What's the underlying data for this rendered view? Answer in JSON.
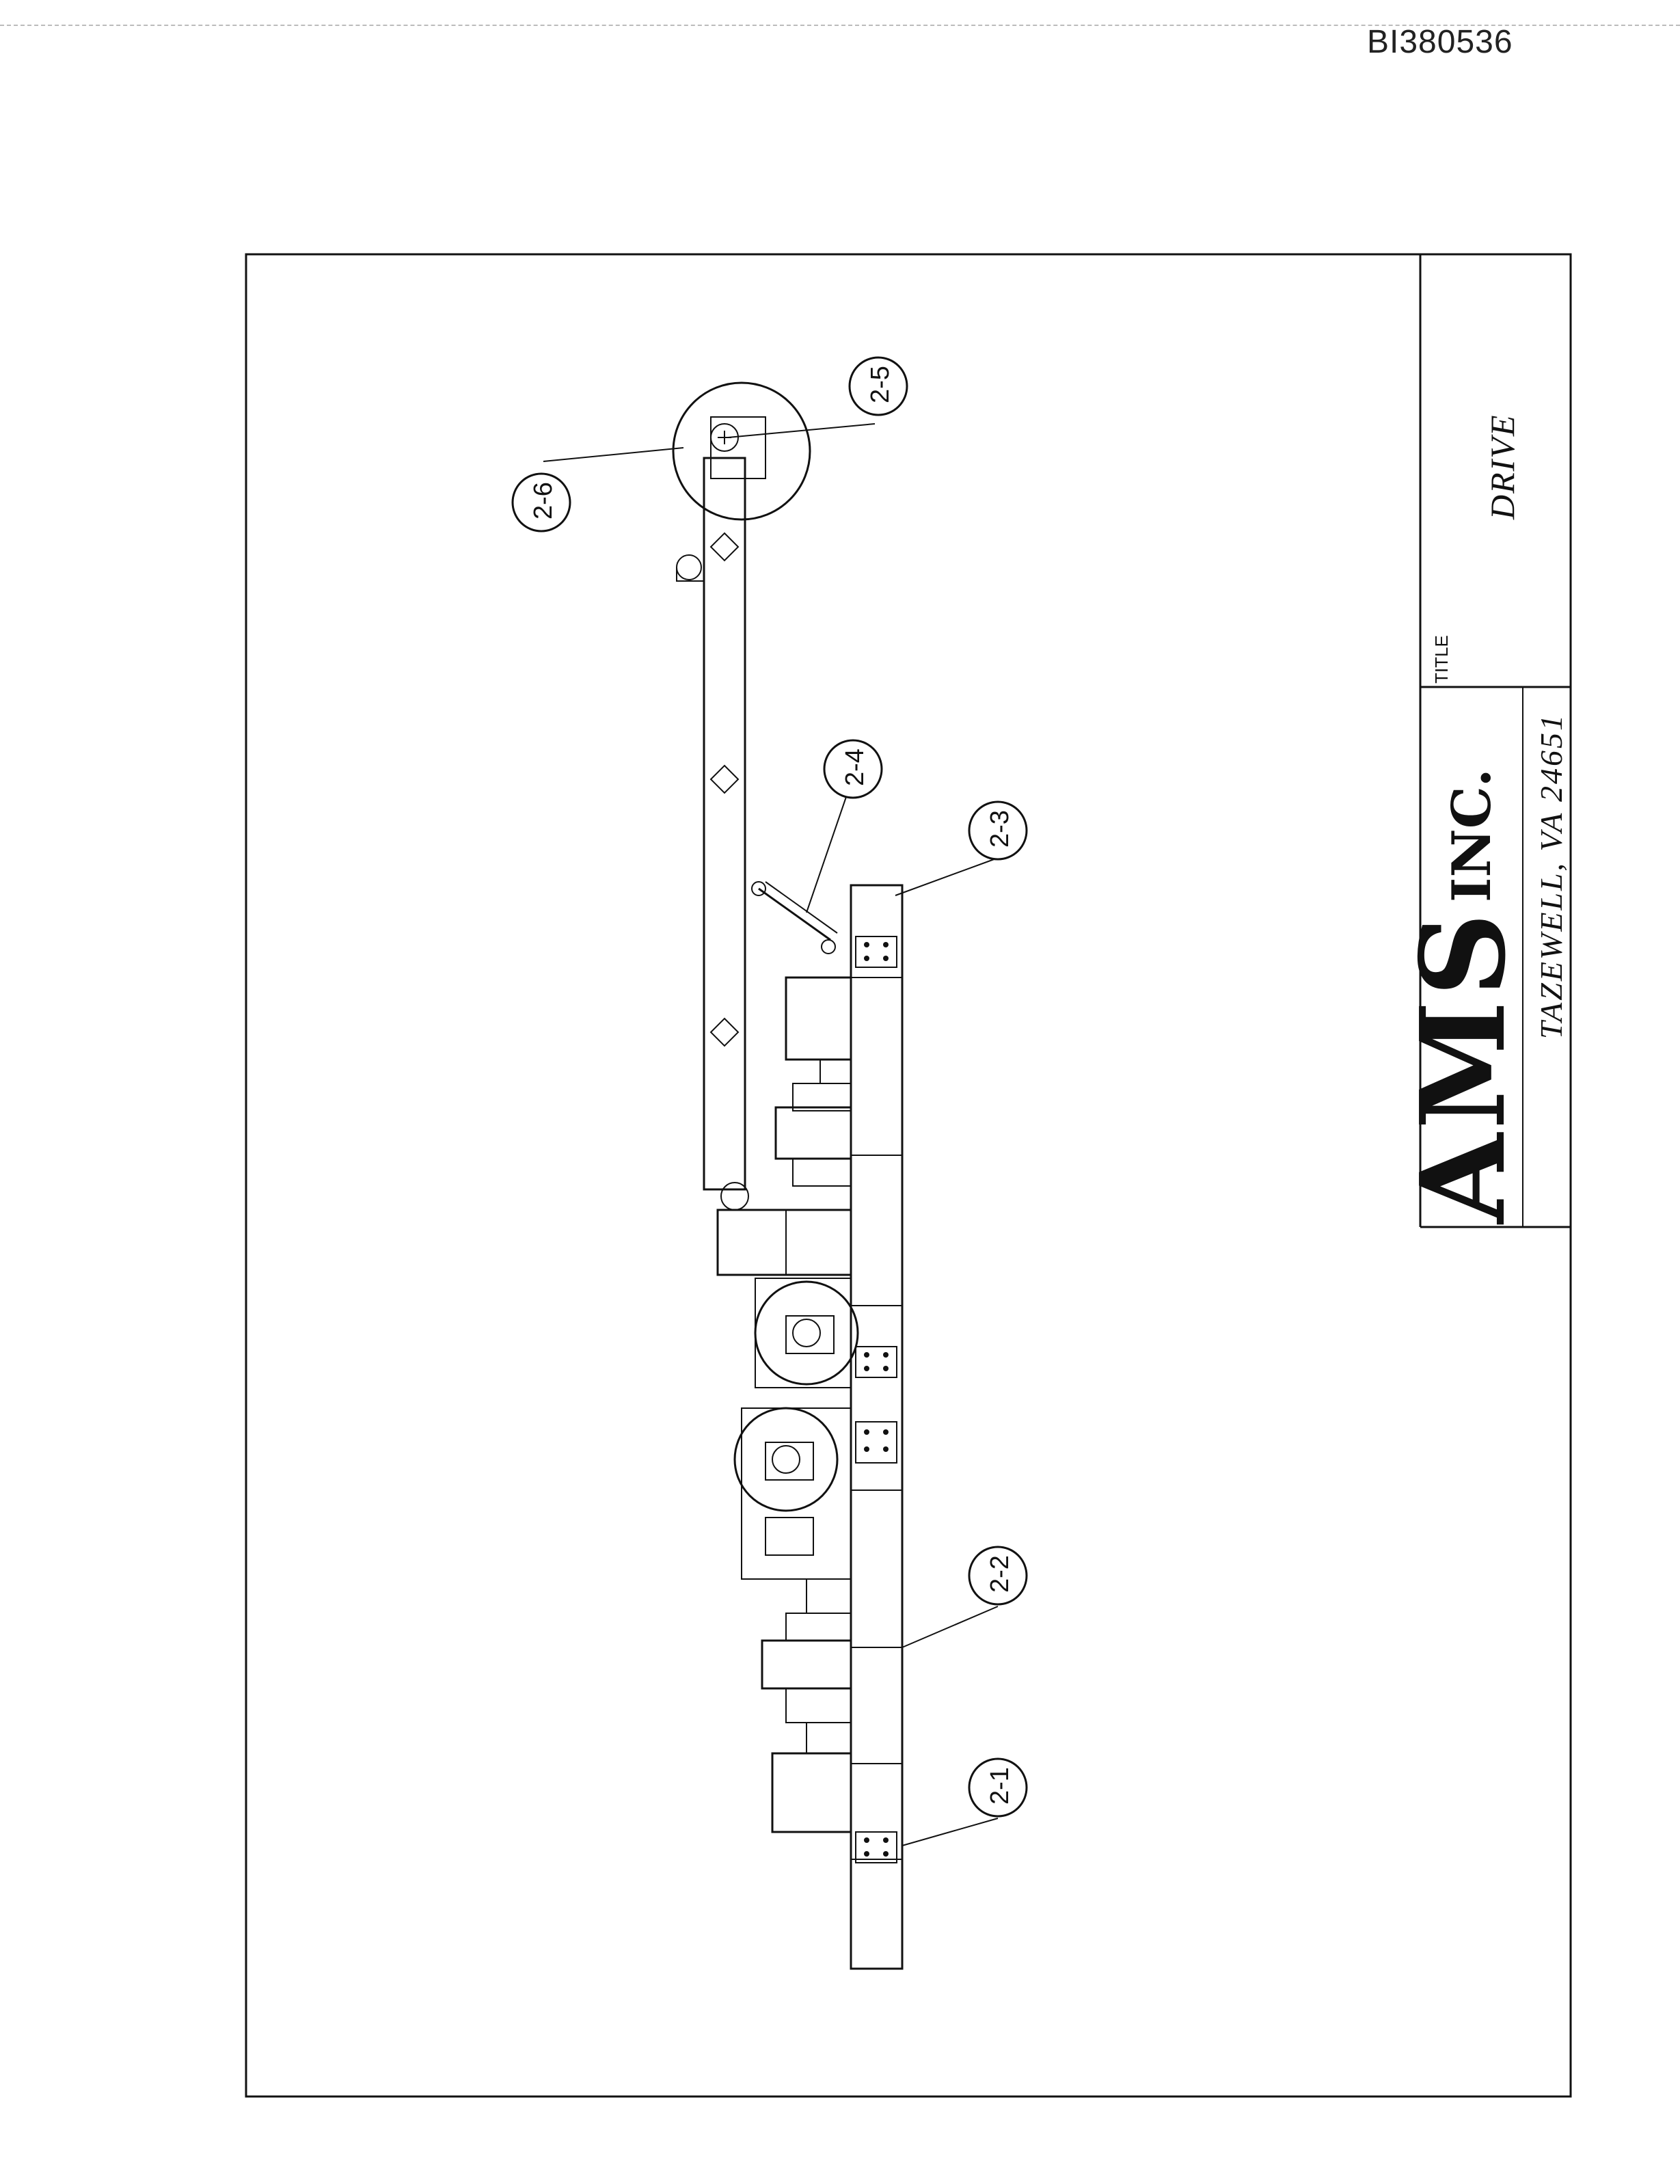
{
  "document": {
    "id": "BI380536"
  },
  "callouts": [
    {
      "label": "2-1"
    },
    {
      "label": "2-2"
    },
    {
      "label": "2-3"
    },
    {
      "label": "2-4"
    },
    {
      "label": "2-5"
    },
    {
      "label": "2-6"
    }
  ],
  "title_block": {
    "company_logo": "AMS INC.",
    "address": "TAZEWELL, VA 24651",
    "title_label": "TITLE",
    "title_value": "DRIVE"
  }
}
